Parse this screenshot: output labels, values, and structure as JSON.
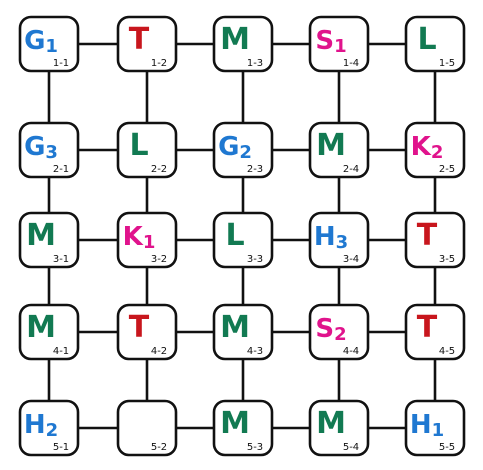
{
  "colors": {
    "G": "#1f78d1",
    "H": "#1f78d1",
    "T": "#c8161d",
    "M": "#127a52",
    "L": "#127a52",
    "S": "#e0138c",
    "K": "#e0138c",
    "blank": "#111111",
    "line": "#111111",
    "box_fill": "#ffffff"
  },
  "grid": {
    "rows": 5,
    "cols": 5,
    "cells": [
      [
        {
          "base": "G",
          "sub": "1",
          "coord": "1-1"
        },
        {
          "base": "T",
          "sub": "",
          "coord": "1-2"
        },
        {
          "base": "M",
          "sub": "",
          "coord": "1-3"
        },
        {
          "base": "S",
          "sub": "1",
          "coord": "1-4"
        },
        {
          "base": "L",
          "sub": "",
          "coord": "1-5"
        }
      ],
      [
        {
          "base": "G",
          "sub": "3",
          "coord": "2-1"
        },
        {
          "base": "L",
          "sub": "",
          "coord": "2-2"
        },
        {
          "base": "G",
          "sub": "2",
          "coord": "2-3"
        },
        {
          "base": "M",
          "sub": "",
          "coord": "2-4"
        },
        {
          "base": "K",
          "sub": "2",
          "coord": "2-5"
        }
      ],
      [
        {
          "base": "M",
          "sub": "",
          "coord": "3-1"
        },
        {
          "base": "K",
          "sub": "1",
          "coord": "3-2"
        },
        {
          "base": "L",
          "sub": "",
          "coord": "3-3"
        },
        {
          "base": "H",
          "sub": "3",
          "coord": "3-4"
        },
        {
          "base": "T",
          "sub": "",
          "coord": "3-5"
        }
      ],
      [
        {
          "base": "M",
          "sub": "",
          "coord": "4-1"
        },
        {
          "base": "T",
          "sub": "",
          "coord": "4-2"
        },
        {
          "base": "M",
          "sub": "",
          "coord": "4-3"
        },
        {
          "base": "S",
          "sub": "2",
          "coord": "4-4"
        },
        {
          "base": "T",
          "sub": "",
          "coord": "4-5"
        }
      ],
      [
        {
          "base": "H",
          "sub": "2",
          "coord": "5-1"
        },
        {
          "base": "",
          "sub": "",
          "coord": "5-2"
        },
        {
          "base": "M",
          "sub": "",
          "coord": "5-3"
        },
        {
          "base": "M",
          "sub": "",
          "coord": "5-4"
        },
        {
          "base": "H",
          "sub": "1",
          "coord": "5-5"
        }
      ]
    ]
  }
}
